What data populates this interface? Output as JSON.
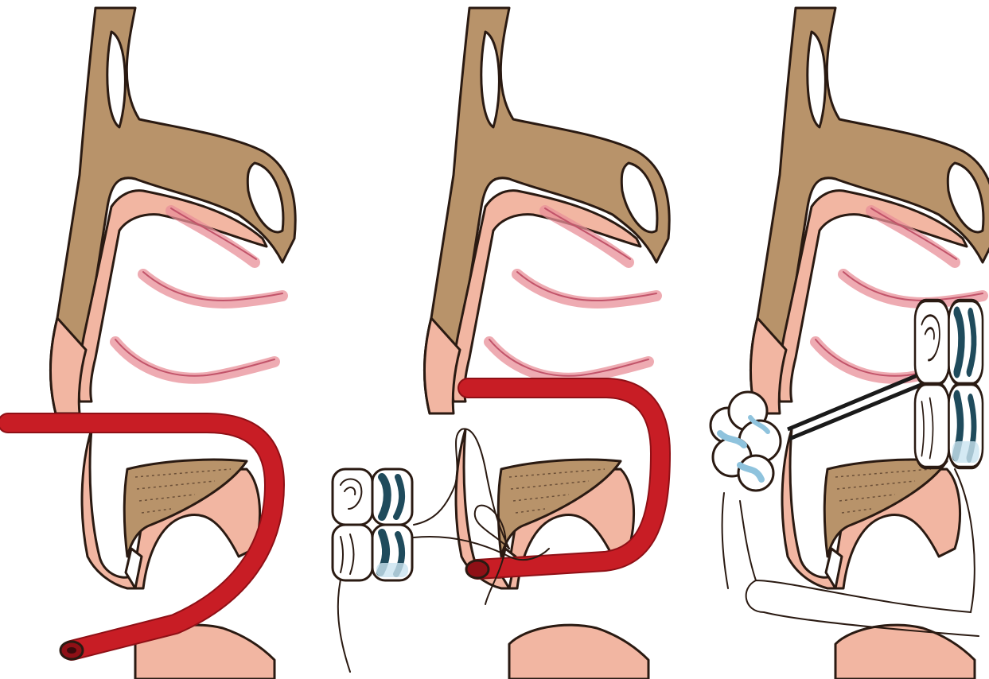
{
  "figure": {
    "panel_count": 3,
    "panels": [
      {
        "step": 1,
        "content": "catheter-inserted-through-nose-out-mouth"
      },
      {
        "step": 2,
        "content": "pack-tied-to-catheter-end"
      },
      {
        "step": 3,
        "content": "posterior-pack-in-place-anterior-pack"
      }
    ]
  },
  "colors": {
    "bone": "#b8936a",
    "soft_tissue": "#f2b6a2",
    "mucosa_fold": "#e88f98",
    "catheter": "#c81d25",
    "catheter_dark": "#8f1016",
    "gauze_light": "#ffffff",
    "gauze_dark": "#1f4b5c",
    "gauze_tint": "#c9e3f0"
  },
  "icons": {
    "gauze_pack": "rolled-gauze-pack-icon",
    "cotton_pack": "cotton-wool-pack-icon",
    "catheter": "red-rubber-catheter-icon"
  }
}
